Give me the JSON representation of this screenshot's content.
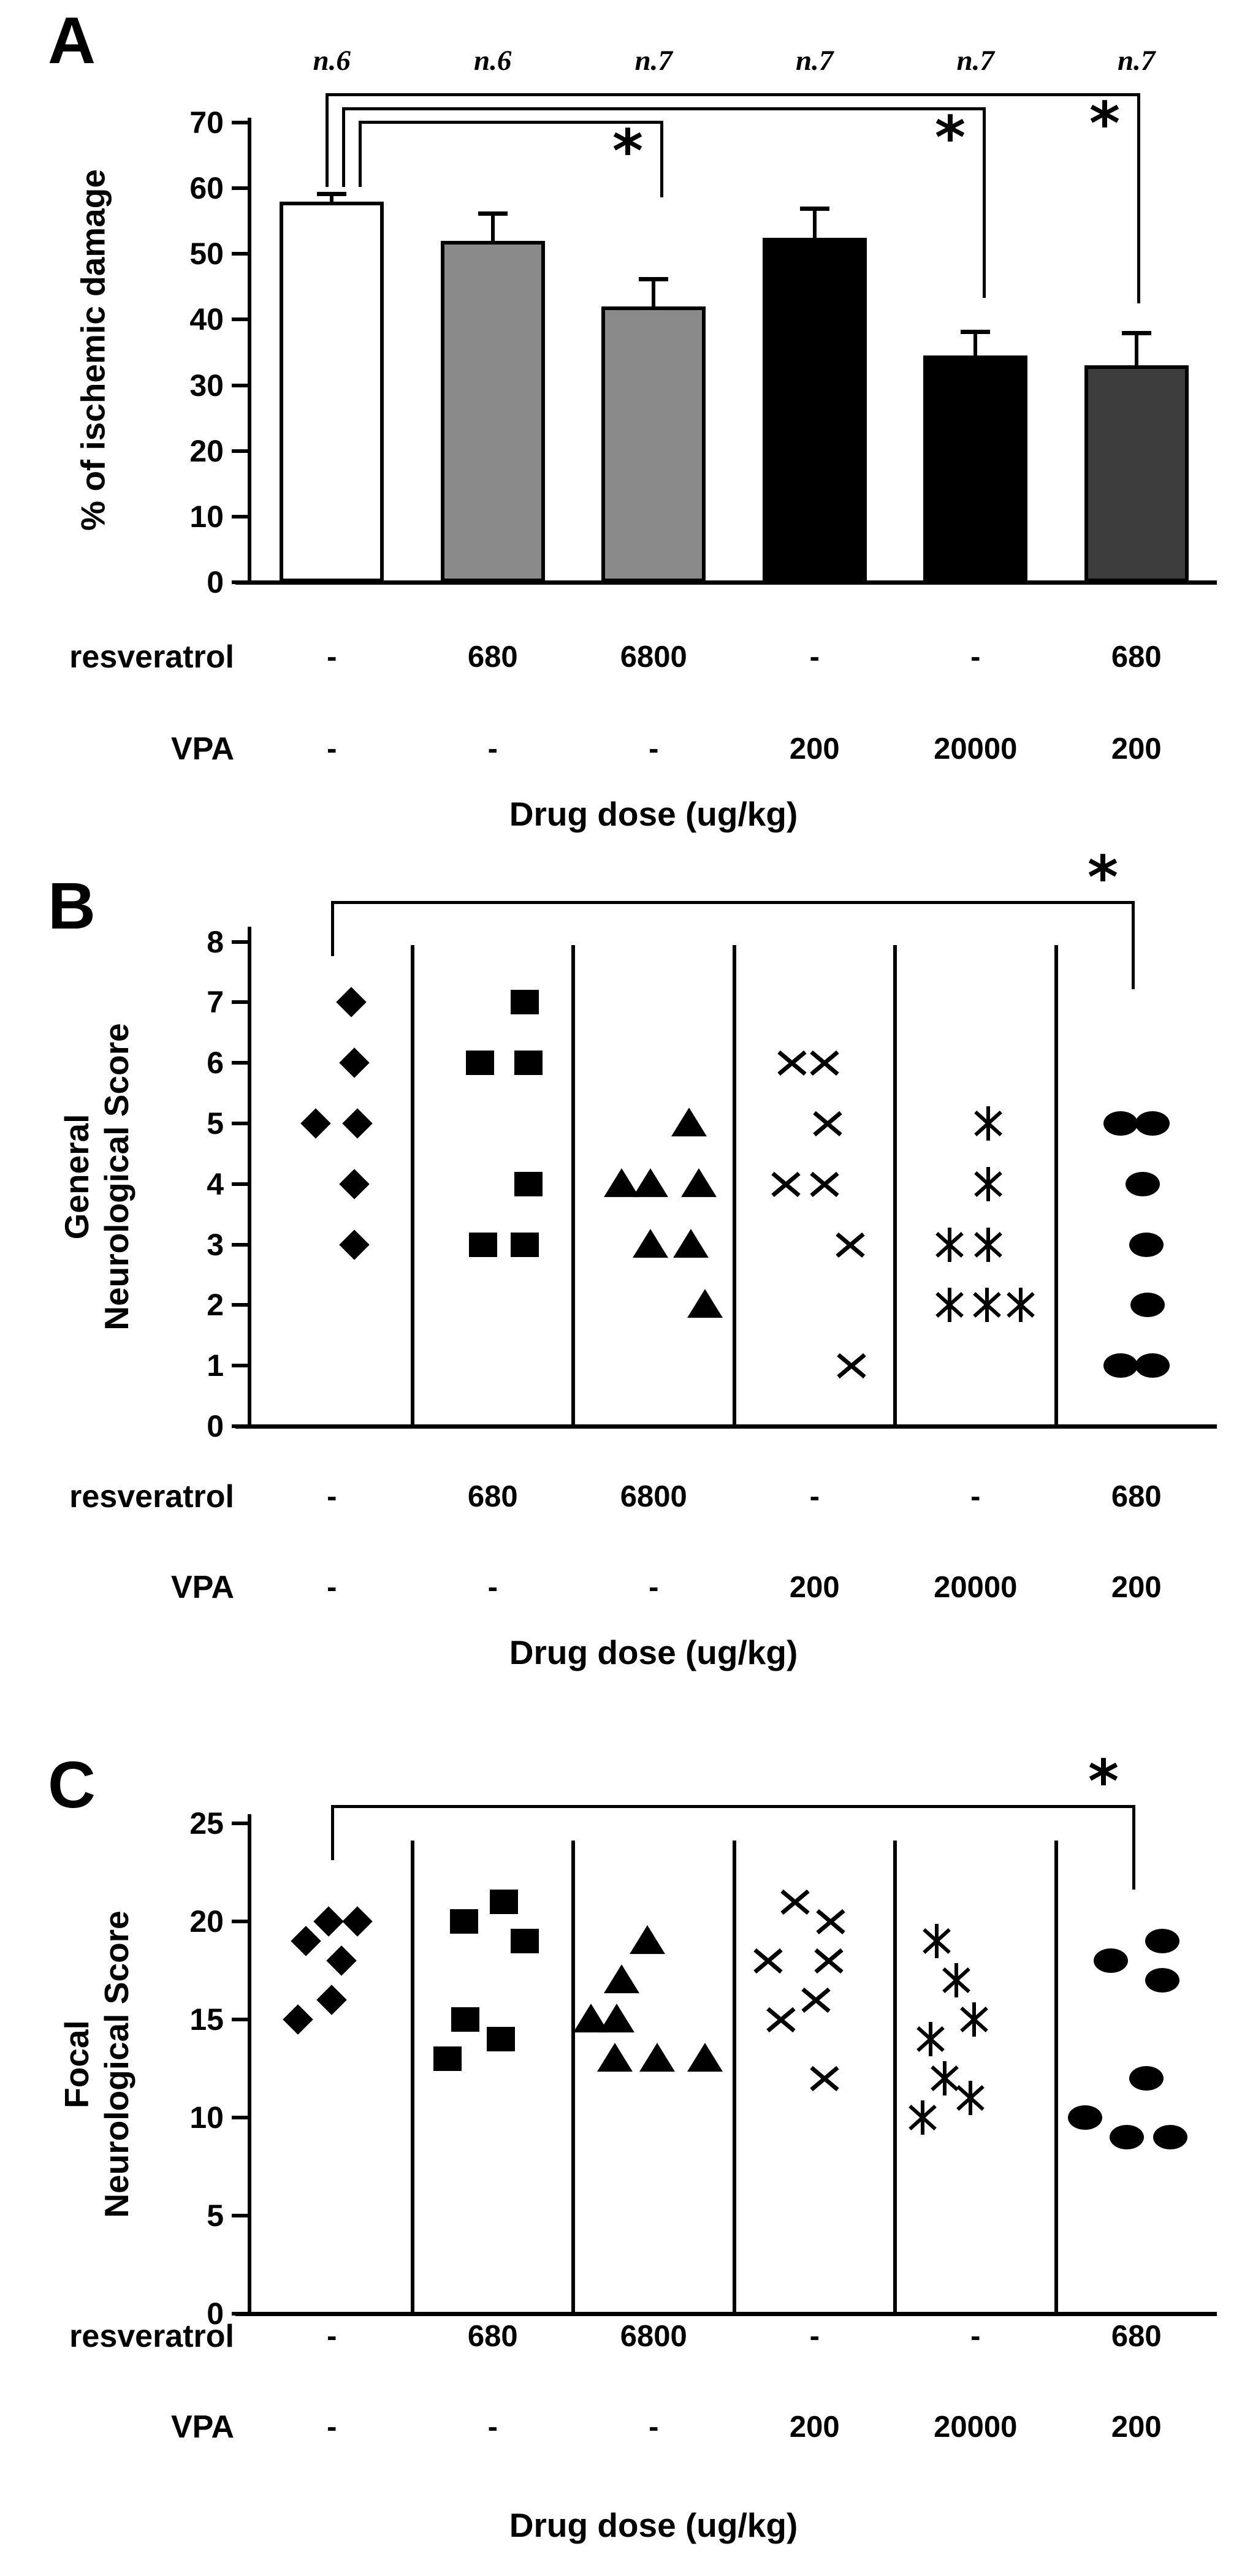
{
  "chart_data": [
    {
      "id": "A",
      "type": "bar",
      "title_letter": "A",
      "ylabel_lines": [
        "% of ischemic damage"
      ],
      "ylim": [
        0,
        70
      ],
      "yticks": [
        0,
        10,
        20,
        30,
        40,
        50,
        60,
        70
      ],
      "n_labels": [
        "n.6",
        "n.6",
        "n.7",
        "n.7",
        "n.7",
        "n.7"
      ],
      "values": [
        58,
        52,
        42,
        52.5,
        34.5,
        33
      ],
      "errors": [
        1.2,
        4.2,
        4.2,
        4.4,
        3.7,
        5
      ],
      "bar_fills": [
        "#ffffff",
        "#8a8a8a",
        "#8a8a8a",
        "#000000",
        "#000000",
        "#3d3d3d"
      ],
      "significance": [
        {
          "from": 1,
          "to": 3,
          "symbol": "*"
        },
        {
          "from": 1,
          "to": 5,
          "symbol": "*"
        },
        {
          "from": 1,
          "to": 6,
          "symbol": "*"
        }
      ]
    },
    {
      "id": "B",
      "type": "scatter",
      "title_letter": "B",
      "ylabel_lines": [
        "General",
        "Neurological Score"
      ],
      "ylim": [
        0,
        8
      ],
      "yticks": [
        0,
        1,
        2,
        3,
        4,
        5,
        6,
        7,
        8
      ],
      "groups": [
        {
          "marker": "diamond",
          "scores": [
            7,
            6,
            5,
            5,
            4,
            3
          ],
          "points": [
            [
              7,
              0.62
            ],
            [
              6,
              0.64
            ],
            [
              5,
              0.4
            ],
            [
              5,
              0.66
            ],
            [
              4,
              0.64
            ],
            [
              3,
              0.64
            ]
          ]
        },
        {
          "marker": "square",
          "scores": [
            7,
            6,
            6,
            4,
            3,
            3
          ],
          "points": [
            [
              7,
              0.7
            ],
            [
              6,
              0.42
            ],
            [
              6,
              0.72
            ],
            [
              4,
              0.72
            ],
            [
              3,
              0.44
            ],
            [
              3,
              0.7
            ]
          ]
        },
        {
          "marker": "triangle",
          "scores": [
            5,
            4,
            4,
            4,
            3,
            3,
            2
          ],
          "points": [
            [
              5,
              0.72
            ],
            [
              4,
              0.3
            ],
            [
              4,
              0.48
            ],
            [
              4,
              0.78
            ],
            [
              3,
              0.48
            ],
            [
              3,
              0.73
            ],
            [
              2,
              0.82
            ]
          ]
        },
        {
          "marker": "cross",
          "scores": [
            6,
            6,
            5,
            4,
            4,
            3,
            1
          ],
          "points": [
            [
              6,
              0.36
            ],
            [
              6,
              0.56
            ],
            [
              5,
              0.58
            ],
            [
              4,
              0.32
            ],
            [
              4,
              0.56
            ],
            [
              3,
              0.72
            ],
            [
              1,
              0.73
            ]
          ]
        },
        {
          "marker": "star",
          "scores": [
            5,
            4,
            3,
            3,
            2,
            2,
            2
          ],
          "points": [
            [
              5,
              0.58
            ],
            [
              4,
              0.58
            ],
            [
              3,
              0.34
            ],
            [
              3,
              0.58
            ],
            [
              2,
              0.34
            ],
            [
              2,
              0.57
            ],
            [
              2,
              0.78
            ]
          ]
        },
        {
          "marker": "circle",
          "scores": [
            5,
            5,
            4,
            3,
            2,
            1,
            1
          ],
          "points": [
            [
              5,
              0.4
            ],
            [
              5,
              0.6
            ],
            [
              4,
              0.54
            ],
            [
              3,
              0.56
            ],
            [
              2,
              0.57
            ],
            [
              1,
              0.4
            ],
            [
              1,
              0.6
            ]
          ]
        }
      ],
      "significance": [
        {
          "from": 1,
          "to": 6,
          "symbol": "*"
        }
      ]
    },
    {
      "id": "C",
      "type": "scatter",
      "title_letter": "C",
      "ylabel_lines": [
        "Focal",
        "Neurological Score"
      ],
      "ylim": [
        0,
        25
      ],
      "yticks": [
        0,
        5,
        10,
        15,
        20,
        25
      ],
      "groups": [
        {
          "marker": "diamond",
          "scores": [
            20,
            20,
            19,
            18,
            16,
            15
          ],
          "points": [
            [
              20,
              0.48
            ],
            [
              20,
              0.66
            ],
            [
              19,
              0.34
            ],
            [
              18,
              0.56
            ],
            [
              16,
              0.5
            ],
            [
              15,
              0.29
            ]
          ]
        },
        {
          "marker": "square",
          "scores": [
            21,
            20,
            19,
            15,
            14,
            13
          ],
          "points": [
            [
              21,
              0.57
            ],
            [
              20,
              0.32
            ],
            [
              19,
              0.7
            ],
            [
              15,
              0.33
            ],
            [
              14,
              0.55
            ],
            [
              13,
              0.22
            ]
          ]
        },
        {
          "marker": "triangle",
          "scores": [
            19,
            17,
            15,
            15,
            13,
            13,
            13
          ],
          "points": [
            [
              19,
              0.46
            ],
            [
              17,
              0.3
            ],
            [
              15,
              0.11
            ],
            [
              15,
              0.27
            ],
            [
              13,
              0.26
            ],
            [
              13,
              0.52
            ],
            [
              13,
              0.82
            ]
          ]
        },
        {
          "marker": "cross",
          "scores": [
            21,
            20,
            18,
            18,
            16,
            15,
            12
          ],
          "points": [
            [
              21,
              0.38
            ],
            [
              20,
              0.6
            ],
            [
              18,
              0.21
            ],
            [
              18,
              0.59
            ],
            [
              16,
              0.51
            ],
            [
              15,
              0.29
            ],
            [
              12,
              0.56
            ]
          ]
        },
        {
          "marker": "star",
          "scores": [
            19,
            17,
            15,
            14,
            12,
            11,
            10
          ],
          "points": [
            [
              19,
              0.26
            ],
            [
              17,
              0.38
            ],
            [
              15,
              0.49
            ],
            [
              14,
              0.22
            ],
            [
              12,
              0.31
            ],
            [
              11,
              0.47
            ],
            [
              10,
              0.17
            ]
          ]
        },
        {
          "marker": "circle",
          "scores": [
            19,
            18,
            17,
            12,
            10,
            9,
            9
          ],
          "points": [
            [
              19,
              0.66
            ],
            [
              18,
              0.34
            ],
            [
              17,
              0.66
            ],
            [
              12,
              0.56
            ],
            [
              10,
              0.18
            ],
            [
              9,
              0.44
            ],
            [
              9,
              0.71
            ]
          ]
        }
      ],
      "significance": [
        {
          "from": 1,
          "to": 6,
          "symbol": "*"
        }
      ]
    }
  ],
  "shared_x_axis": {
    "row1_label": "resveratrol",
    "row1_values": [
      "-",
      "680",
      "6800",
      "-",
      "-",
      "680"
    ],
    "row2_label": "VPA",
    "row2_values": [
      "-",
      "-",
      "-",
      "200",
      "20000",
      "200"
    ],
    "title": "Drug dose (ug/kg)"
  }
}
